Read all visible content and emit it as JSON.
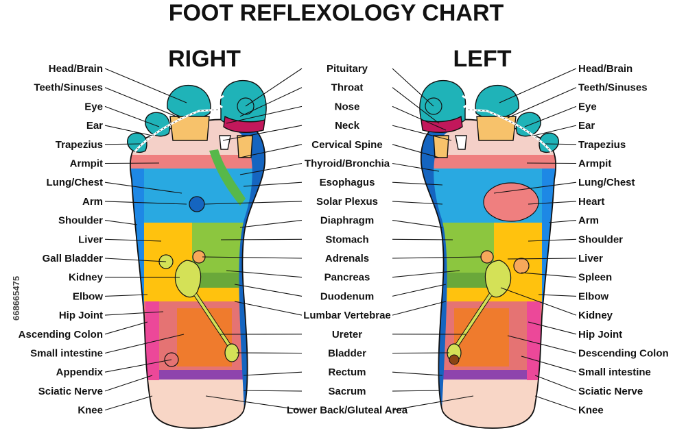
{
  "title": "FOOT REFLEXOLOGY CHART",
  "feet": {
    "right_title": "RIGHT",
    "left_title": "LEFT"
  },
  "labels": {
    "right_outer": [
      "Head/Brain",
      "Teeth/Sinuses",
      "Eye",
      "Ear",
      "Trapezius",
      "Armpit",
      "Lung/Chest",
      "Arm",
      "Shoulder",
      "Liver",
      "Gall Bladder",
      "Kidney",
      "Elbow",
      "Hip Joint",
      "Ascending Colon",
      "Small intestine",
      "Appendix",
      "Sciatic Nerve",
      "Knee"
    ],
    "center": [
      "Pituitary",
      "Throat",
      "Nose",
      "Neck",
      "Cervical Spine",
      "Thyroid/Bronchia",
      "Esophagus",
      "Solar Plexus",
      "Diaphragm",
      "Stomach",
      "Adrenals",
      "Pancreas",
      "Duodenum",
      "Lumbar Vertebrae",
      "Ureter",
      "Bladder",
      "Rectum",
      "Sacrum",
      "Lower Back/Gluteal Area"
    ],
    "left_outer": [
      "Head/Brain",
      "Teeth/Sinuses",
      "Eye",
      "Ear",
      "Trapezius",
      "Armpit",
      "Lung/Chest",
      "Heart",
      "Arm",
      "Shoulder",
      "Liver",
      "Spleen",
      "Elbow",
      "Kidney",
      "Hip Joint",
      "Descending Colon",
      "Small intestine",
      "Sciatic Nerve",
      "Knee"
    ]
  },
  "watermark": "668665475",
  "colors": {
    "toes": "#1fb3b8",
    "sinus_band": "#c2185b",
    "shoulder_zone": "#ef7f7f",
    "lung_zone": "#29a9e1",
    "spine": "#1565c0",
    "liver": "#ffc20e",
    "stomach": "#8cc63f",
    "kidney": "#d4e157",
    "intestine": "#e57373",
    "colon_core": "#ef7b2d",
    "heel": "#f8d6c6",
    "sciatic": "#8e44ad"
  }
}
